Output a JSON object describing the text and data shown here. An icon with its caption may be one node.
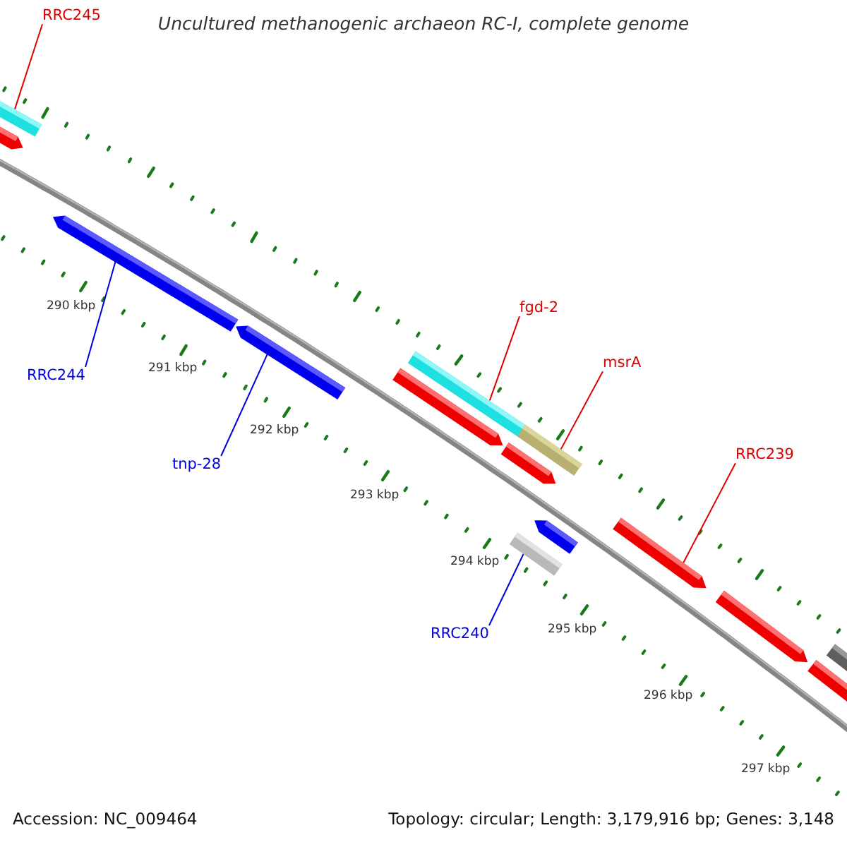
{
  "diagram": {
    "title": "Uncultured methanogenic archaeon RC-I, complete genome",
    "nodes": [
      {
        "text": [
          "RRC245"
        ]
      },
      {
        "text": [
          "fgd-2"
        ]
      },
      {
        "text": [
          "msrA"
        ]
      },
      {
        "text": [
          "RRC244"
        ]
      },
      {
        "text": [
          "RRC239"
        ]
      },
      {
        "text": [
          "tnp-28"
        ]
      },
      {
        "text": [
          "RRC240"
        ]
      },
      {
        "text": [],
        "shape": "bar"
      },
      {
        "text": [],
        "shape": "bar"
      },
      {
        "text": [],
        "shape": "bar"
      },
      {
        "text": [],
        "shape": "bar"
      },
      {
        "text": [],
        "shape": "bar"
      },
      {
        "text": [],
        "shape": "bar"
      },
      {
        "text": [],
        "shape": "bar"
      },
      {
        "text": [],
        "shape": "bar"
      },
      {
        "text": [],
        "shape": "bar"
      },
      {
        "text": [],
        "shape": "bar"
      },
      {
        "text": [],
        "shape": "bar"
      },
      {
        "text": [],
        "shape": "bar"
      },
      {
        "text": [],
        "shape": "bar"
      },
      {
        "text": [],
        "shape": "bar"
      }
    ],
    "edges": [
      {
        "from": 0,
        "to": 7,
        "arrow": "none"
      },
      {
        "from": 1,
        "to": 12,
        "arrow": "none"
      },
      {
        "from": 2,
        "to": 15,
        "arrow": "none"
      },
      {
        "from": 3,
        "to": 9,
        "arrow": "none",
        "color": "#0000e0"
      },
      {
        "from": 4,
        "to": 17,
        "arrow": "none"
      },
      {
        "from": 5,
        "to": 10,
        "arrow": "none",
        "color": "#0000e0"
      },
      {
        "from": 6,
        "to": 14,
        "arrow": "none",
        "color": "#0000e0"
      }
    ],
    "labels": [
      "290 kbp",
      "291 kbp",
      "292 kbp",
      "293 kbp",
      "294 kbp",
      "295 kbp",
      "296 kbp",
      "297 kbp",
      "Accession: NC_009464",
      "Topology: circular; Length: 3,179,916 bp; Genes: 3,148"
    ]
  }
}
